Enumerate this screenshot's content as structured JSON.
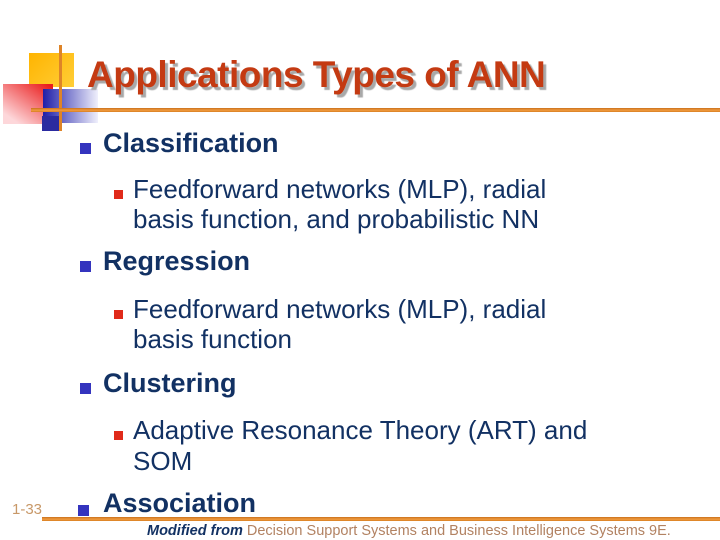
{
  "colors": {
    "title-red": "#c43a12",
    "navy": "#123163",
    "orange": "#de8428",
    "bullet-blue": "#3434be",
    "bullet-red": "#e02a1a",
    "footer-tan": "#b28262",
    "pagenum-tan": "#c89868"
  },
  "slide": {
    "title": "Applications Types of ANN",
    "page_number": "1-33",
    "lines": [
      {
        "level": "heading",
        "text": "Classification"
      },
      {
        "level": "sub",
        "text": "Feedforward networks (MLP), radial"
      },
      {
        "level": "sub-cont",
        "text": "basis function, and probabilistic NN"
      },
      {
        "level": "heading",
        "text": "Regression"
      },
      {
        "level": "sub",
        "text": "Feedforward networks (MLP), radial"
      },
      {
        "level": "sub-cont",
        "text": "basis function"
      },
      {
        "level": "heading",
        "text": "Clustering"
      },
      {
        "level": "sub",
        "text": "Adaptive Resonance Theory (ART) and"
      },
      {
        "level": "sub-cont",
        "text": "SOM"
      },
      {
        "level": "heading",
        "text": "Association"
      }
    ],
    "footer": {
      "emphasis": "Modified from",
      "source": "Decision Support Systems and Business Intelligence Systems 9E."
    }
  }
}
